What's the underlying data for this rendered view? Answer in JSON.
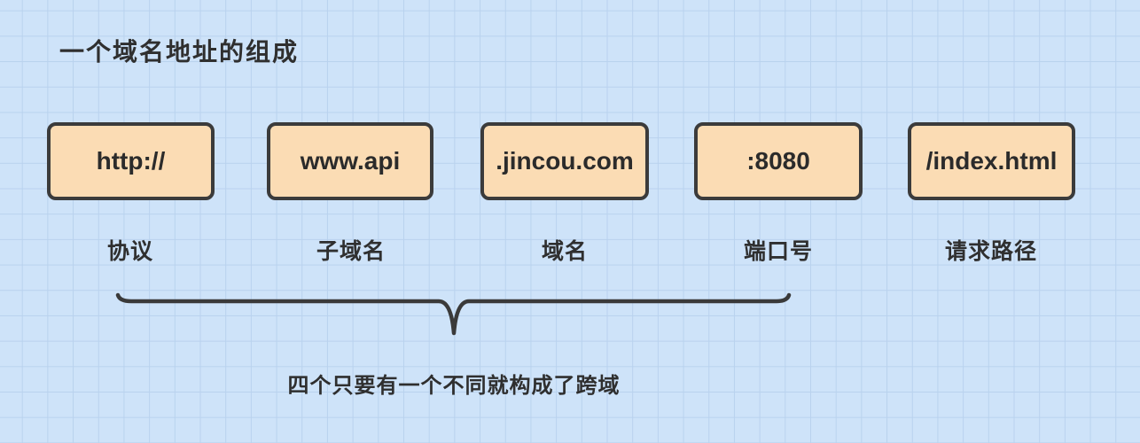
{
  "title": "一个域名地址的组成",
  "segments": [
    {
      "value": "http://",
      "label": "协议"
    },
    {
      "value": "www.api",
      "label": "子域名"
    },
    {
      "value": ".jincou.com",
      "label": "域名"
    },
    {
      "value": ":8080",
      "label": "端口号"
    },
    {
      "value": "/index.html",
      "label": "请求路径"
    }
  ],
  "caption": "四个只要有一个不同就构成了跨域",
  "colors": {
    "bg": "#cee3f9",
    "grid_line": "#b9d2ee",
    "box_fill": "#fbdcb4",
    "box_border": "#3b3b3b",
    "ink": "#2f2f2f"
  }
}
